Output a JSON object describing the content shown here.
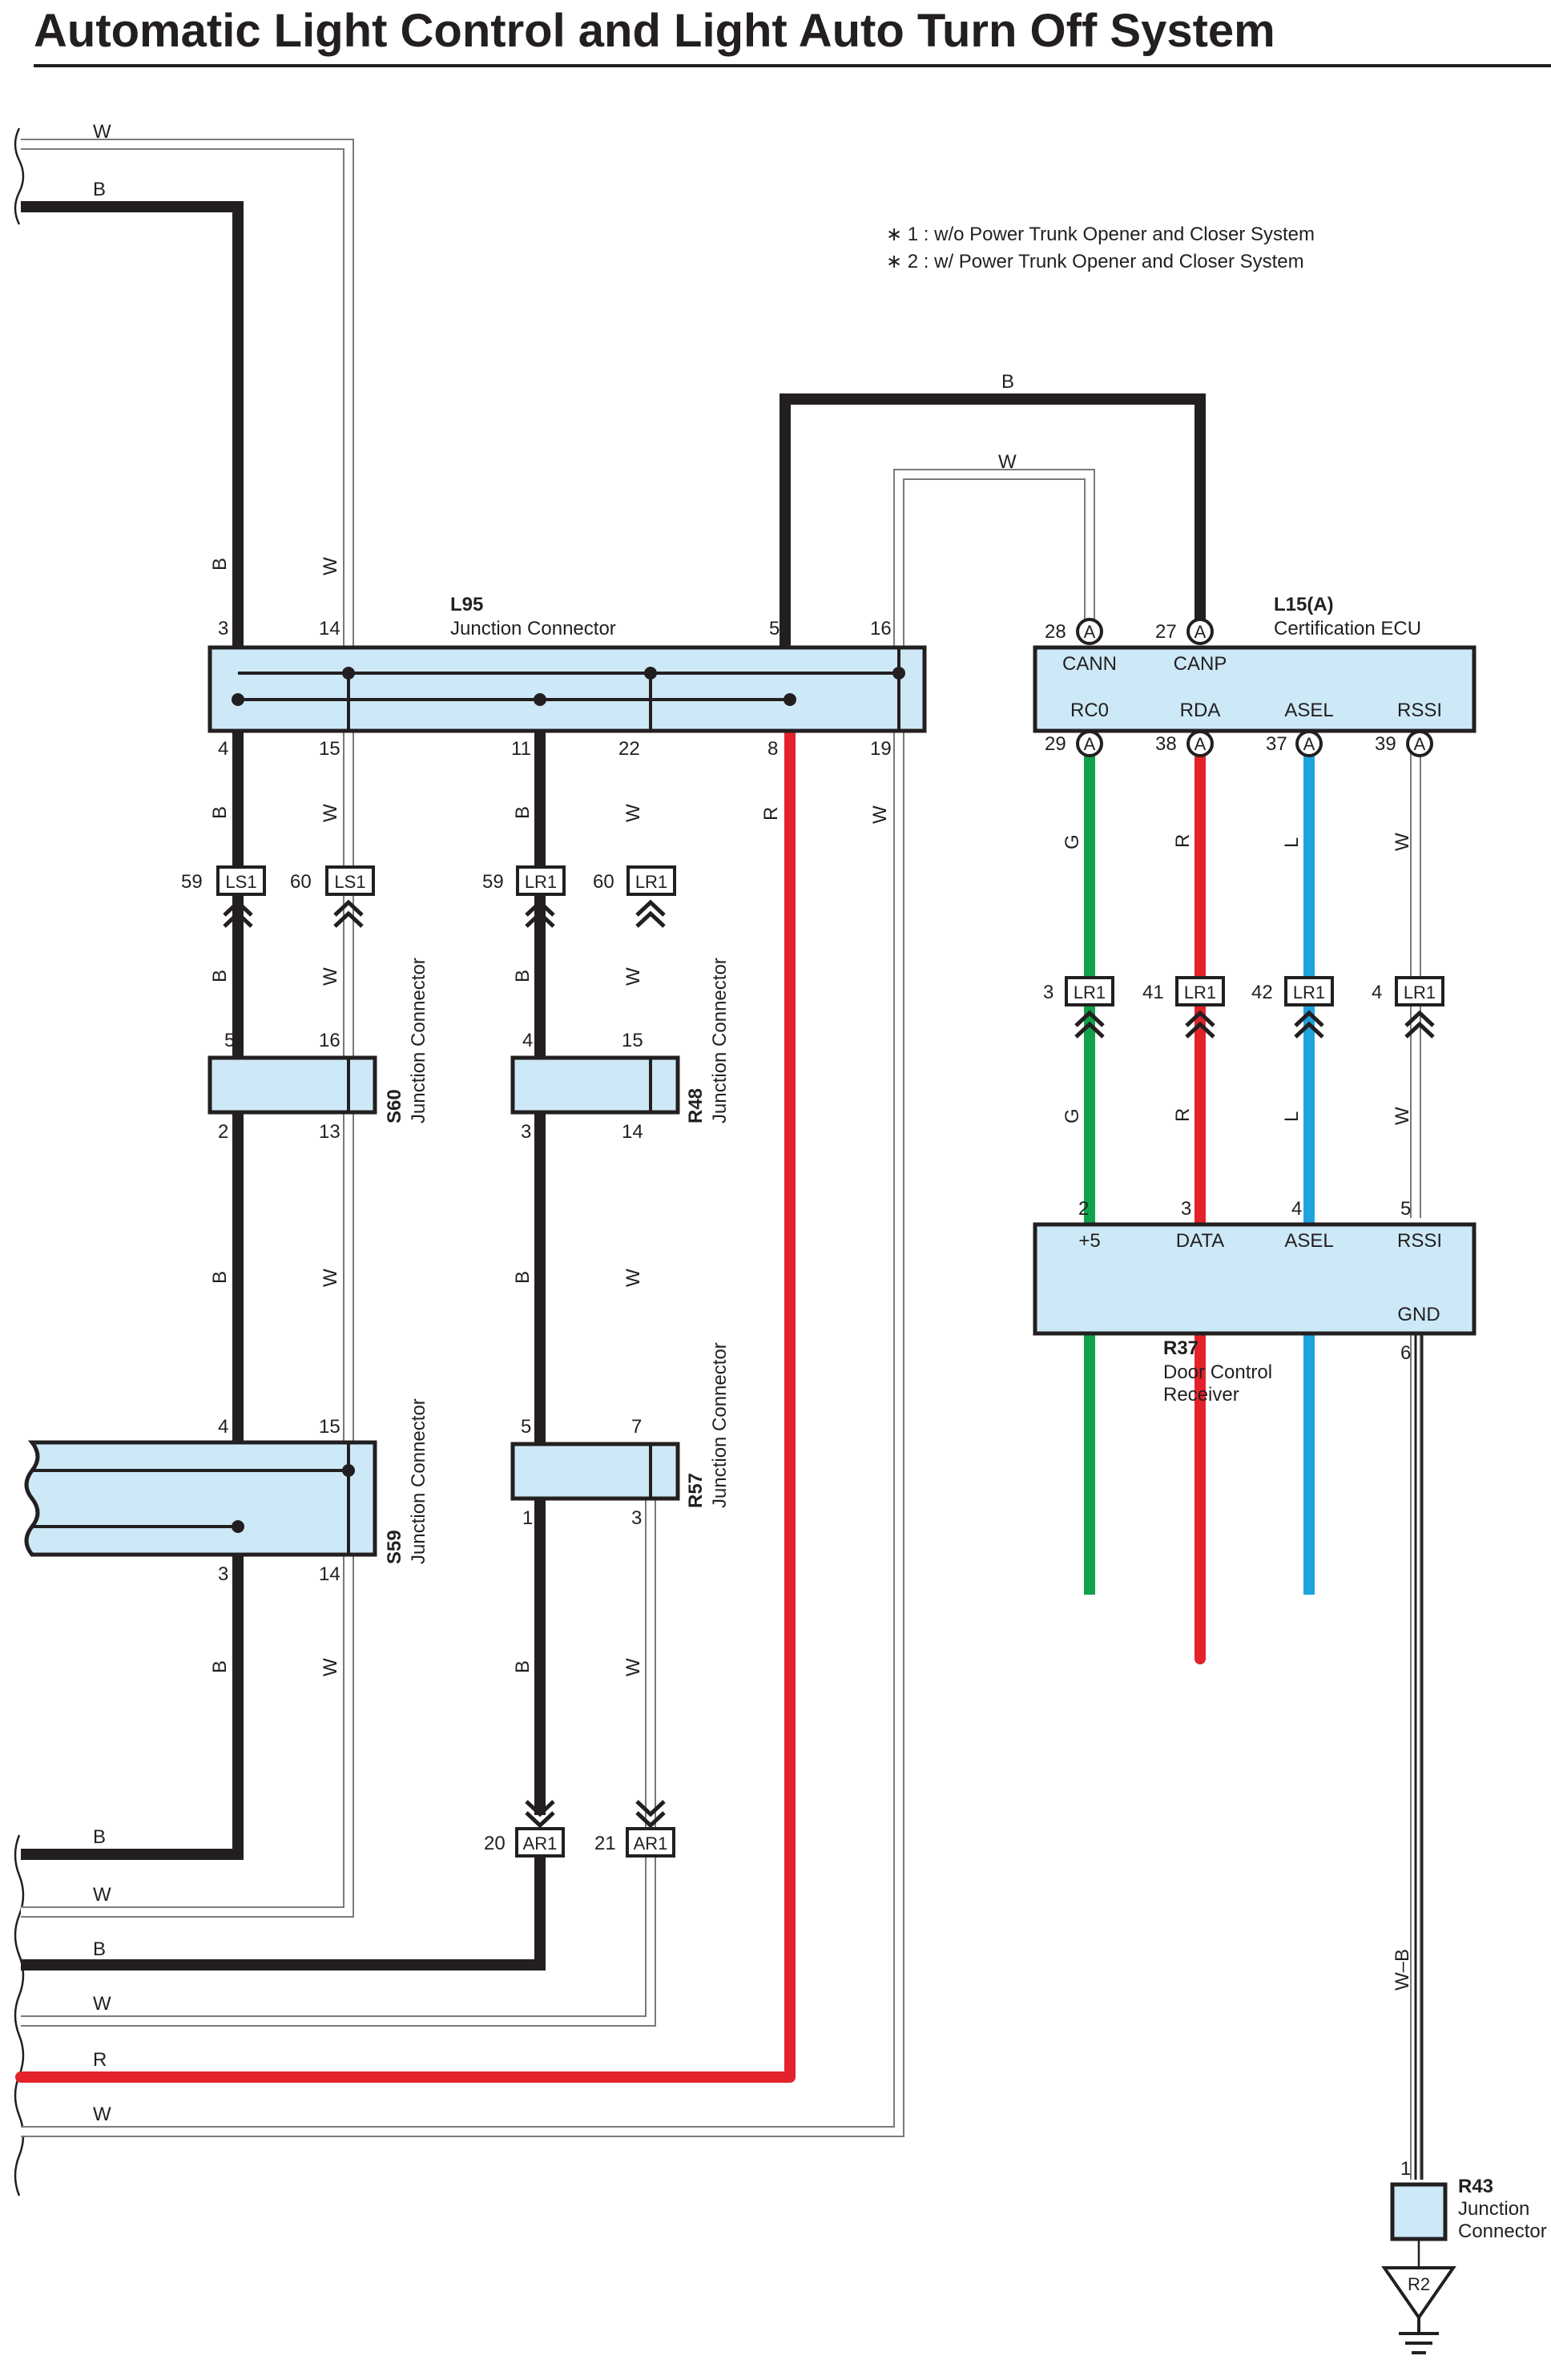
{
  "title": "Automatic Light Control and Light Auto Turn Off System",
  "notes": [
    "∗ 1 : w/o Power Trunk Opener and Closer System",
    "∗ 2 : w/ Power Trunk Opener and Closer System"
  ],
  "wire_colors": {
    "B": "#231f20",
    "W": "#ffffff",
    "R": "#e3222b",
    "G": "#11a24b",
    "L": "#1fa3de",
    "W-B": "#7a7a7a"
  },
  "wire_labels": {
    "B": "B",
    "W": "W",
    "R": "R",
    "G": "G",
    "L": "L",
    "WB": "W–B"
  },
  "components": {
    "L95": {
      "id": "L95",
      "name": "Junction Connector",
      "pins_top": [
        "3",
        "14",
        "5",
        "16"
      ],
      "pins_bottom": [
        "4",
        "15",
        "11",
        "22",
        "8",
        "19"
      ]
    },
    "L15": {
      "id": "L15(A)",
      "name": "Certification ECU",
      "pins_top": [
        "28",
        "27"
      ],
      "pins_bottom": [
        "29",
        "38",
        "37",
        "39"
      ],
      "signals_top": [
        "CANN",
        "CANP"
      ],
      "signals_bottom": [
        "RC0",
        "RDA",
        "ASEL",
        "RSSI"
      ],
      "connector": "A"
    },
    "S60": {
      "id": "S60",
      "name": "Junction Connector",
      "pins_top": [
        "5",
        "16"
      ],
      "pins_bottom": [
        "2",
        "13"
      ]
    },
    "R48": {
      "id": "R48",
      "name": "Junction Connector",
      "pins_top": [
        "4",
        "15"
      ],
      "pins_bottom": [
        "3",
        "14"
      ]
    },
    "S59": {
      "id": "S59",
      "name": "Junction Connector",
      "pins_top": [
        "4",
        "15"
      ],
      "pins_bottom": [
        "3",
        "14"
      ]
    },
    "R57": {
      "id": "R57",
      "name": "Junction Connector",
      "pins_top": [
        "5",
        "7"
      ],
      "pins_bottom": [
        "1",
        "3"
      ]
    },
    "R37": {
      "id": "R37",
      "name_line1": "Door Control",
      "name_line2": "Receiver",
      "pins_top": [
        "2",
        "3",
        "4",
        "5"
      ],
      "signals": [
        "+5",
        "DATA",
        "ASEL",
        "RSSI"
      ],
      "gnd_label": "GND",
      "gnd_pin": "6"
    },
    "R43": {
      "id": "R43",
      "name_line1": "Junction",
      "name_line2": "Connector",
      "pin": "1"
    }
  },
  "inline_connectors": {
    "ls1_a": {
      "pin": "59",
      "code": "LS1"
    },
    "ls1_b": {
      "pin": "60",
      "code": "LS1"
    },
    "lr1_a": {
      "pin": "59",
      "code": "LR1"
    },
    "lr1_b": {
      "pin": "60",
      "code": "LR1"
    },
    "lr1_c": {
      "pin": "3",
      "code": "LR1"
    },
    "lr1_d": {
      "pin": "41",
      "code": "LR1"
    },
    "lr1_e": {
      "pin": "42",
      "code": "LR1"
    },
    "lr1_f": {
      "pin": "4",
      "code": "LR1"
    },
    "ar1_a": {
      "pin": "20",
      "code": "AR1"
    },
    "ar1_b": {
      "pin": "21",
      "code": "AR1"
    }
  },
  "ground": {
    "code": "R2"
  }
}
